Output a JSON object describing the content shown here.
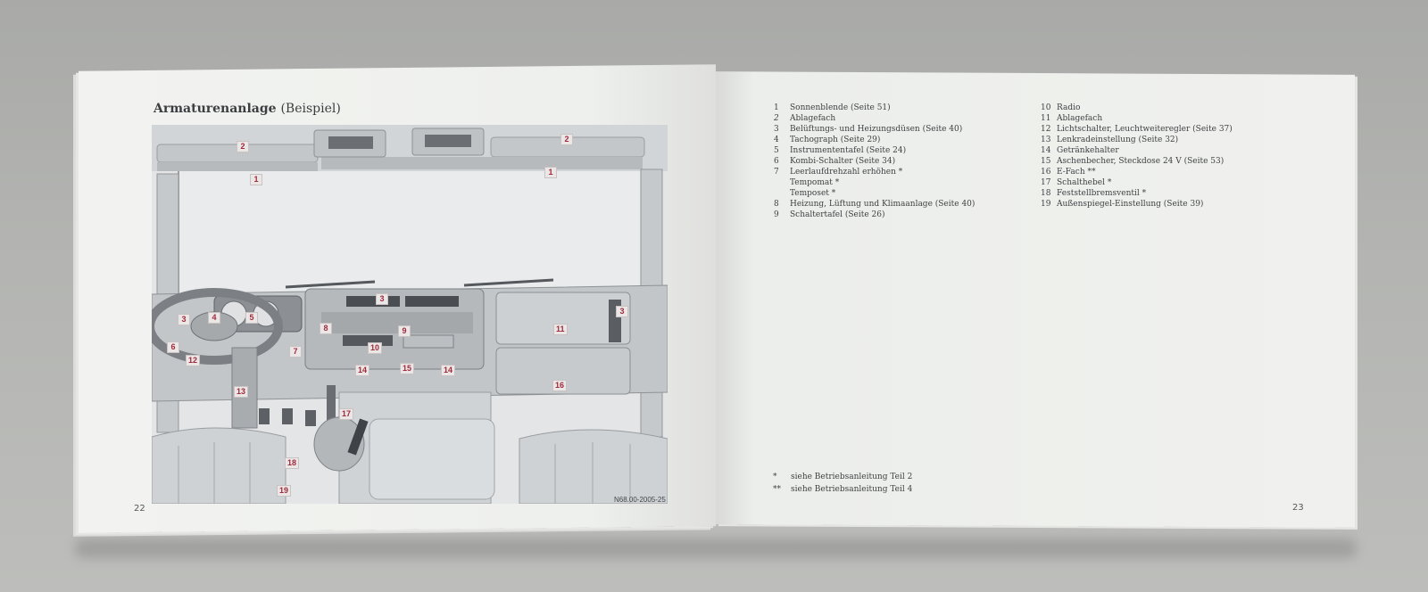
{
  "left_page": {
    "title": "Armaturenanlage",
    "title_suffix": "(Beispiel)",
    "page_number": "22",
    "figure_code": "N68.00-2005-25",
    "callouts": [
      "2",
      "2",
      "1",
      "1",
      "3",
      "3",
      "3",
      "4",
      "5",
      "6",
      "7",
      "8",
      "9",
      "10",
      "11",
      "12",
      "13",
      "14",
      "15",
      "14",
      "16",
      "17",
      "18",
      "19"
    ]
  },
  "right_page": {
    "page_number": "23",
    "legend_left": [
      {
        "num": "1",
        "text": "Sonnenblende (Seite 51)"
      },
      {
        "num": "2",
        "text": "Ablagefach"
      },
      {
        "num": "3",
        "text": "Belüftungs- und Heizungsdüsen (Seite 40)"
      },
      {
        "num": "4",
        "text": "Tachograph (Seite 29)"
      },
      {
        "num": "5",
        "text": "Instrumententafel (Seite 24)"
      },
      {
        "num": "6",
        "text": "Kombi-Schalter (Seite 34)"
      },
      {
        "num": "7",
        "text": "Leerlaufdrehzahl erhöhen *"
      },
      {
        "num": "",
        "text": "Tempomat *"
      },
      {
        "num": "",
        "text": "Temposet *"
      },
      {
        "num": "8",
        "text": "Heizung, Lüftung und Klimaanlage (Seite 40)"
      },
      {
        "num": "9",
        "text": "Schaltertafel (Seite 26)"
      }
    ],
    "legend_right": [
      {
        "num": "10",
        "text": "Radio"
      },
      {
        "num": "11",
        "text": "Ablagefach"
      },
      {
        "num": "12",
        "text": "Lichtschalter, Leuchtweiteregler (Seite 37)"
      },
      {
        "num": "13",
        "text": "Lenkradeinstellung (Seite 32)"
      },
      {
        "num": "14",
        "text": "Getränkehalter"
      },
      {
        "num": "15",
        "text": "Aschenbecher, Steckdose 24 V (Seite 53)"
      },
      {
        "num": "16",
        "text": "E-Fach **"
      },
      {
        "num": "17",
        "text": "Schalthebel *"
      },
      {
        "num": "18",
        "text": "Feststellbremsventil *"
      },
      {
        "num": "19",
        "text": "Außenspiegel-Einstellung (Seite 39)"
      }
    ],
    "footnotes": [
      {
        "mark": "*",
        "text": "siehe Betriebsanleitung Teil 2"
      },
      {
        "mark": "**",
        "text": "siehe Betriebsanleitung Teil 4"
      }
    ]
  }
}
